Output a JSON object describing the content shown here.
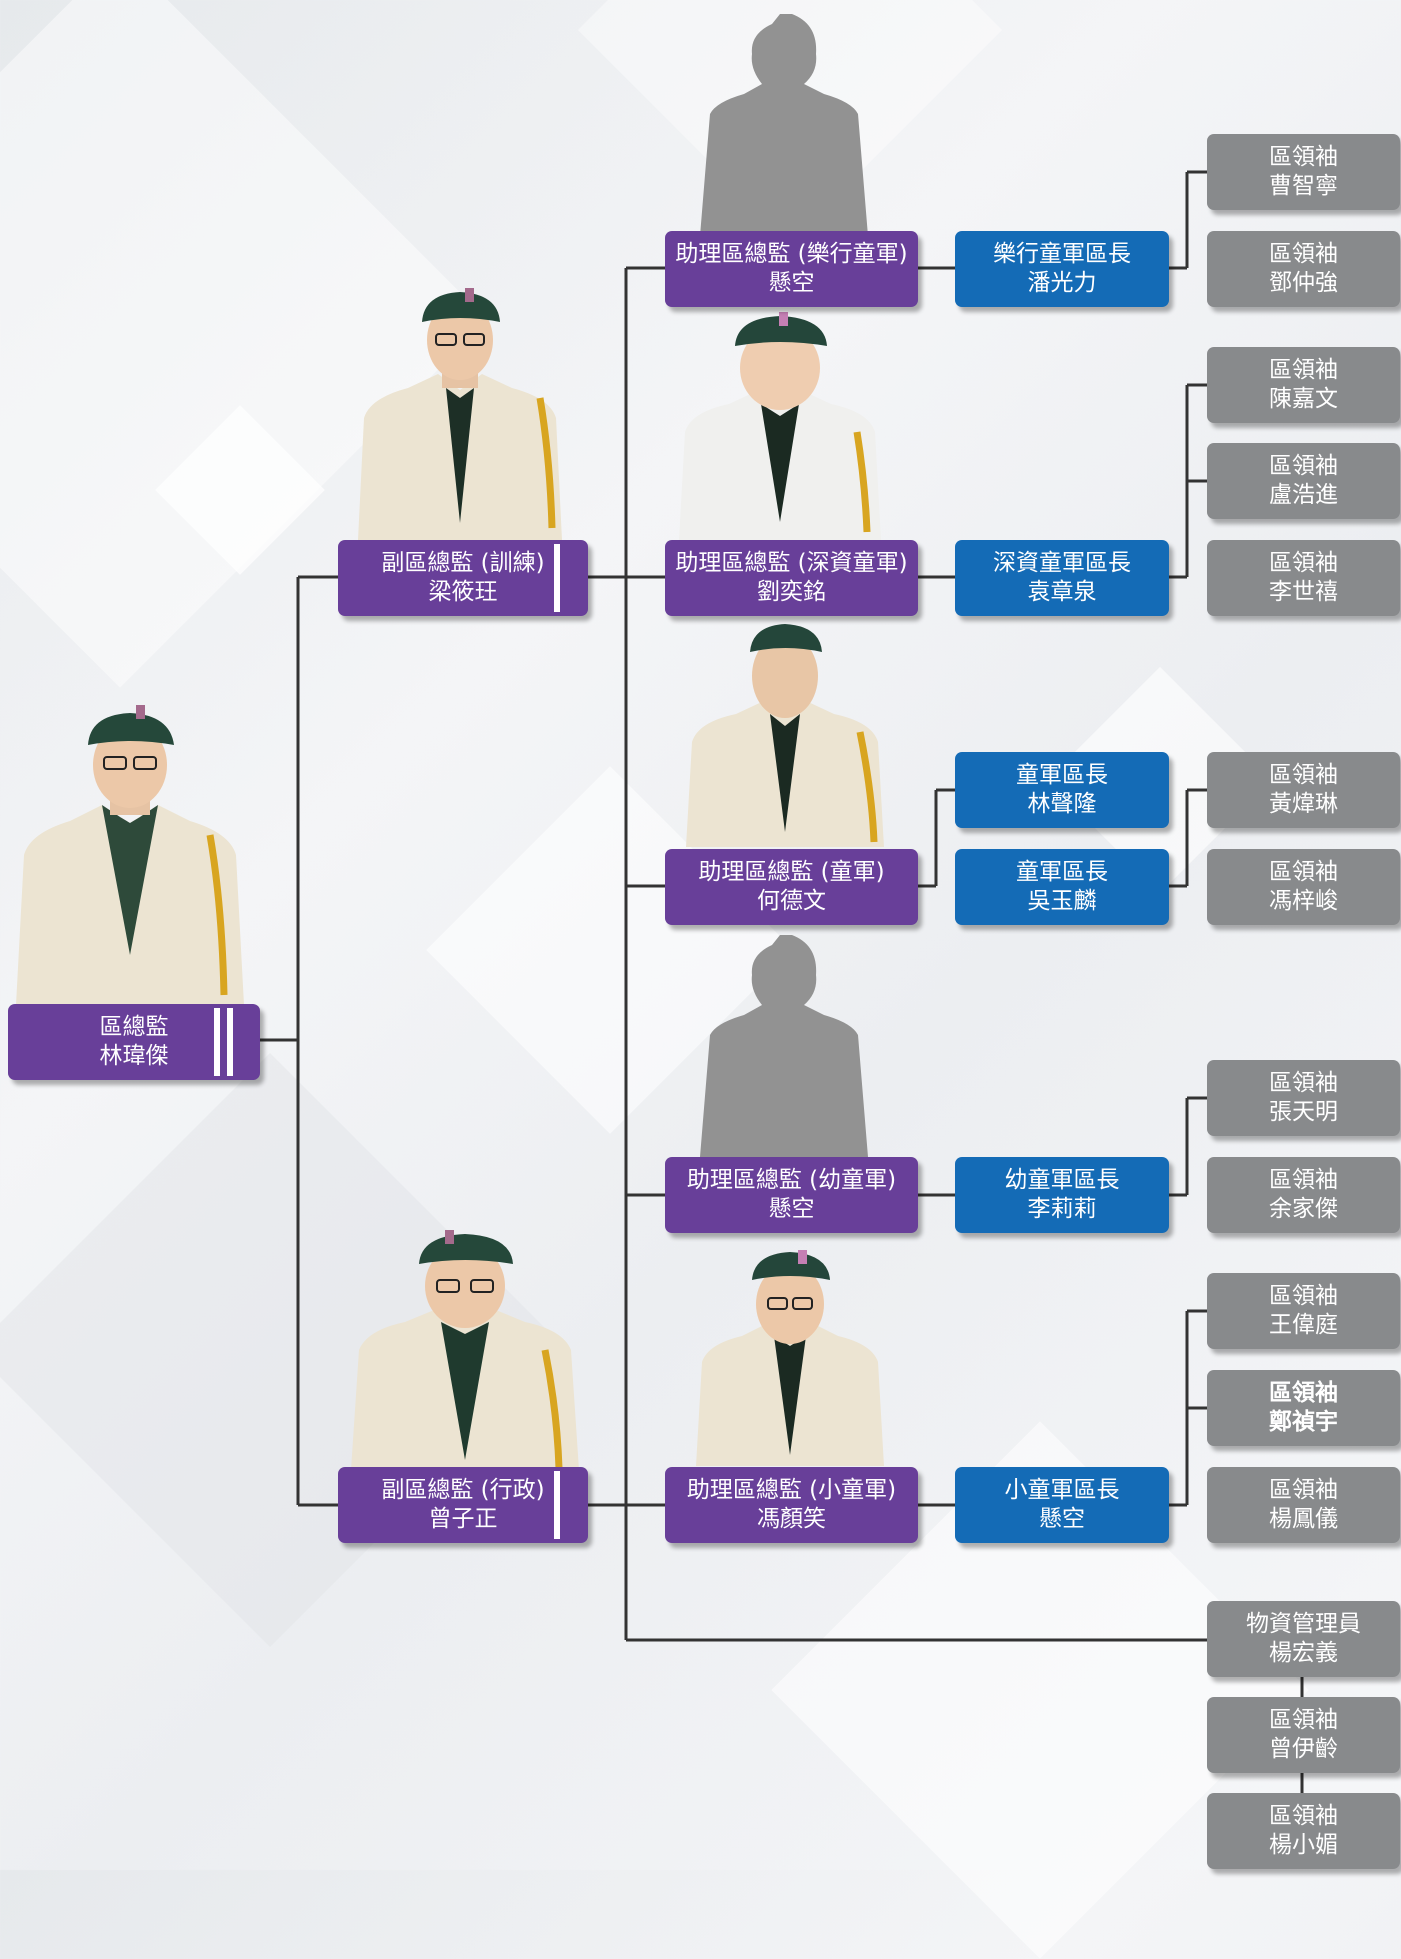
{
  "colors": {
    "purple": "#683f99",
    "blue": "#146bb6",
    "gray": "#888a8c",
    "line": "#333333"
  },
  "root": {
    "title": "區總監",
    "name": "林瑋傑",
    "icon": "person-photo"
  },
  "deputies": [
    {
      "title": "副區總監 (訓練)",
      "name": "梁筱玨",
      "icon": "person-photo"
    },
    {
      "title": "副區總監 (行政)",
      "name": "曾子正",
      "icon": "person-photo"
    }
  ],
  "assistants": [
    {
      "title": "助理區總監 (樂行童軍)",
      "name": "懸空",
      "icon": "silhouette-icon"
    },
    {
      "title": "助理區總監 (深資童軍)",
      "name": "劉奕銘",
      "icon": "person-photo"
    },
    {
      "title": "助理區總監 (童軍)",
      "name": "何德文",
      "icon": "person-photo"
    },
    {
      "title": "助理區總監 (幼童軍)",
      "name": "懸空",
      "icon": "silhouette-icon"
    },
    {
      "title": "助理區總監 (小童軍)",
      "name": "馮顏笑",
      "icon": "person-photo"
    }
  ],
  "section_heads": [
    {
      "title": "樂行童軍區長",
      "name": "潘光力"
    },
    {
      "title": "深資童軍區長",
      "name": "袁章泉"
    },
    {
      "title": "童軍區長",
      "name": "林聲隆"
    },
    {
      "title": "童軍區長",
      "name": "吳玉麟"
    },
    {
      "title": "幼童軍區長",
      "name": "李莉莉"
    },
    {
      "title": "小童軍區長",
      "name": "懸空"
    }
  ],
  "leaders": [
    {
      "title": "區領袖",
      "name": "曹智寧"
    },
    {
      "title": "區領袖",
      "name": "鄧仲強"
    },
    {
      "title": "區領袖",
      "name": "陳嘉文"
    },
    {
      "title": "區領袖",
      "name": "盧浩進"
    },
    {
      "title": "區領袖",
      "name": "李世禧"
    },
    {
      "title": "區領袖",
      "name": "黃煒琳"
    },
    {
      "title": "區領袖",
      "name": "馮梓峻"
    },
    {
      "title": "區領袖",
      "name": "張天明"
    },
    {
      "title": "區領袖",
      "name": "余家傑"
    },
    {
      "title": "區領袖",
      "name": "王偉庭"
    },
    {
      "title": "區領袖",
      "name": "鄭禎宇"
    },
    {
      "title": "區領袖",
      "name": "楊鳳儀"
    }
  ],
  "staff": [
    {
      "title": "物資管理員",
      "name": "楊宏義"
    },
    {
      "title": "區領袖",
      "name": "曾伊齡"
    },
    {
      "title": "區領袖",
      "name": "楊小媚"
    }
  ]
}
